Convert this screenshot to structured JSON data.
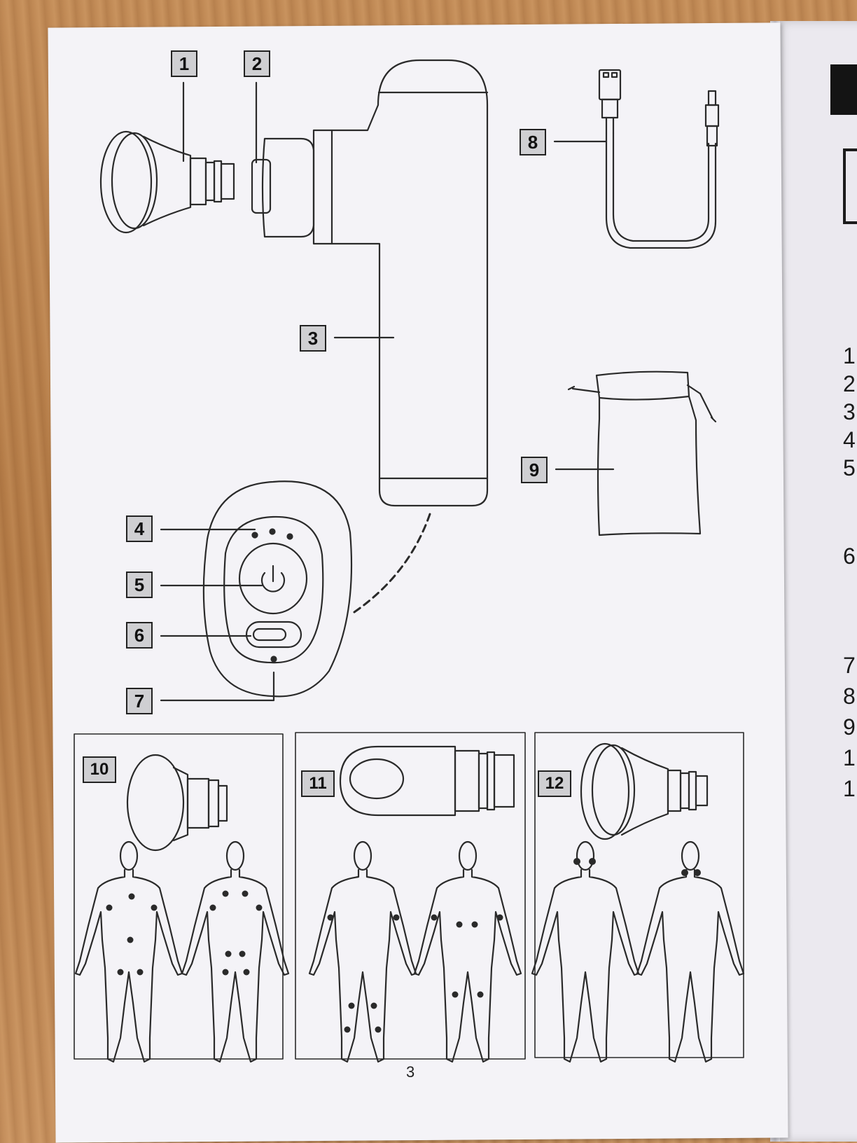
{
  "labels": {
    "l1": "1",
    "l2": "2",
    "l3": "3",
    "l4": "4",
    "l5": "5",
    "l6": "6",
    "l7": "7",
    "l8": "8",
    "l9": "9",
    "l10": "10",
    "l11": "11",
    "l12": "12"
  },
  "page_number": "3",
  "right_page_numbers": [
    "1",
    "2",
    "3",
    "4",
    "5",
    "6",
    "7",
    "8",
    "9",
    "1",
    "1"
  ],
  "colors": {
    "paper": "#f4f3f7",
    "ink": "#2a2a2a",
    "label_fill": "#cfcfd2",
    "table": "#c08a55"
  }
}
